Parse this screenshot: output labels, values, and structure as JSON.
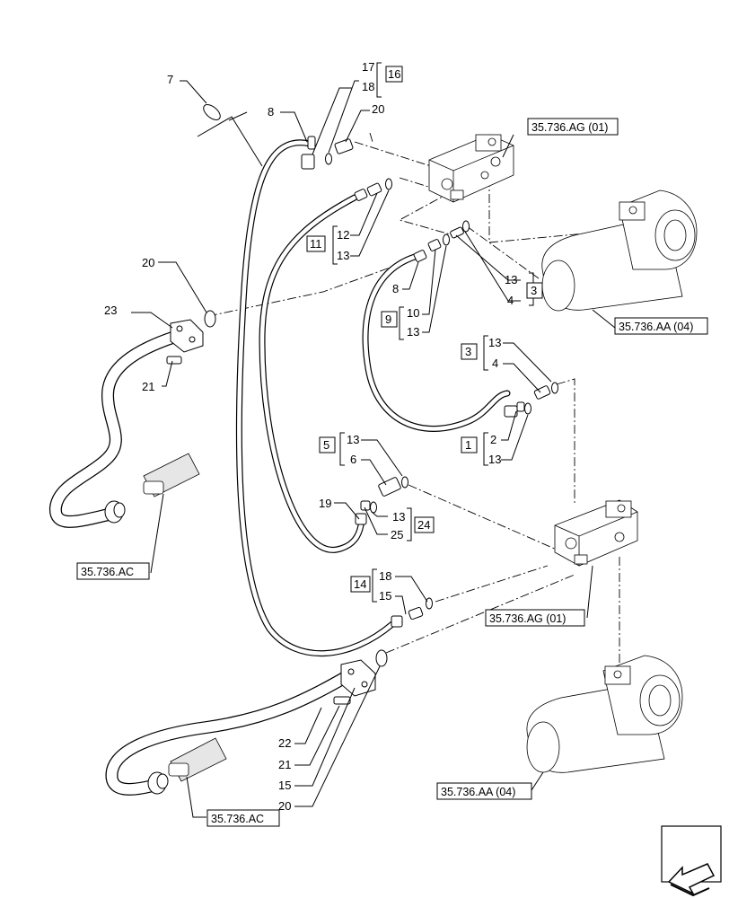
{
  "callouts": {
    "c7": "7",
    "c17": "17",
    "c18a": "18",
    "c16": "16",
    "c8a": "8",
    "c20a": "20",
    "c12": "12",
    "c13a": "13",
    "c11": "11",
    "c8b": "8",
    "c13b": "13",
    "c4a": "4",
    "c3a": "3",
    "c10": "10",
    "c13c": "13",
    "c9": "9",
    "c20b": "20",
    "c23": "23",
    "c21a": "21",
    "c13d": "13",
    "c4b": "4",
    "c3b": "3",
    "c2": "2",
    "c13e": "13",
    "c1": "1",
    "c13f": "13",
    "c6": "6",
    "c5": "5",
    "c19": "19",
    "c13g": "13",
    "c25": "25",
    "c24": "24",
    "c18b": "18",
    "c15a": "15",
    "c14": "14",
    "c22": "22",
    "c21b": "21",
    "c15b": "15",
    "c20c": "20"
  },
  "references": {
    "valve_top": "35.736.AG (01)",
    "cylinder_top": "35.736.AA (04)",
    "pipe_left": "35.736.AC",
    "valve_bottom": "35.736.AG (01)",
    "cylinder_bottom": "35.736.AA (04)",
    "pipe_bottom": "35.736.AC"
  }
}
